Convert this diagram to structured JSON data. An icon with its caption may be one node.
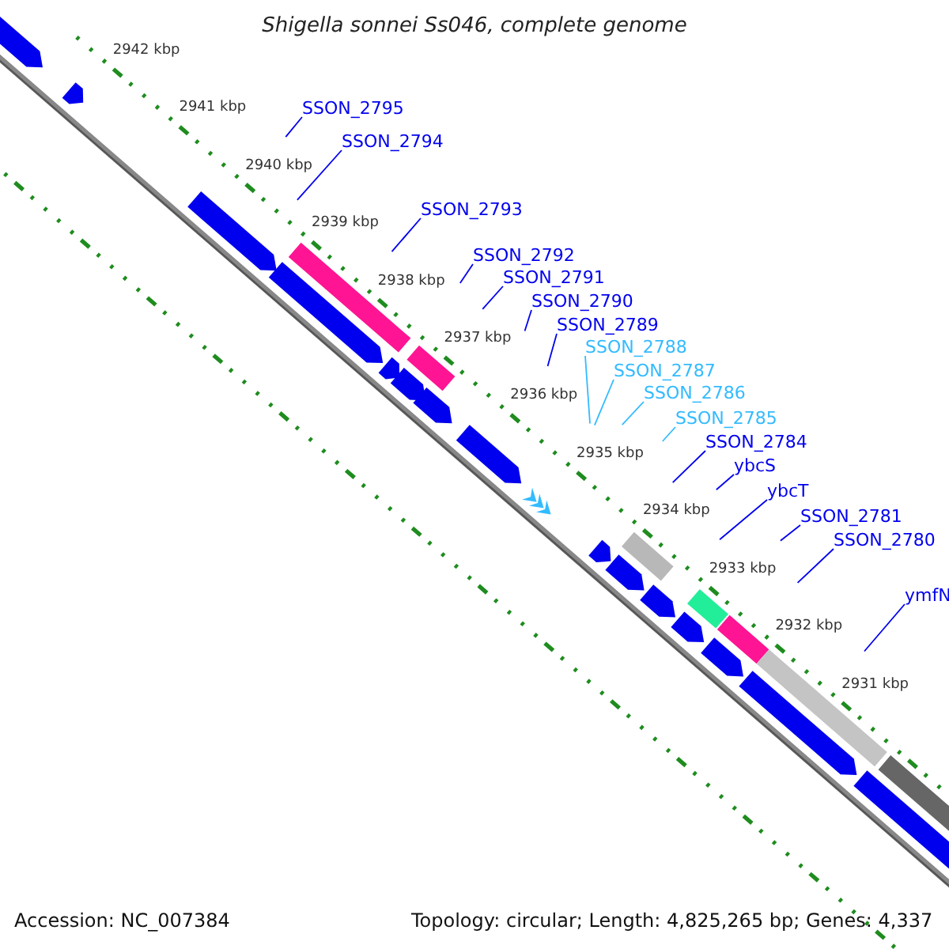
{
  "diagram": {
    "title": "Shigella sonnei Ss046, complete genome",
    "nodes": [
      {
        "text": [
          "SSON_2795"
        ]
      },
      {
        "text": [
          "SSON_2794"
        ]
      },
      {
        "text": [
          "SSON_2793"
        ]
      },
      {
        "text": [
          "SSON_2792"
        ]
      },
      {
        "text": [
          "SSON_2791"
        ]
      },
      {
        "text": [
          "SSON_2790"
        ]
      },
      {
        "text": [
          "SSON_2789"
        ]
      },
      {
        "text": [
          "SSON_2788"
        ]
      },
      {
        "text": [
          "SSON_2787"
        ]
      },
      {
        "text": [
          "SSON_2786"
        ]
      },
      {
        "text": [
          "SSON_2785"
        ]
      },
      {
        "text": [
          "SSON_2784"
        ]
      },
      {
        "text": [
          "ybcS"
        ]
      },
      {
        "text": [
          "ybcT"
        ]
      },
      {
        "text": [
          "SSON_2781"
        ]
      },
      {
        "text": [
          "SSON_2780"
        ]
      },
      {
        "text": [
          "ymfN"
        ]
      }
    ],
    "edges": [
      {
        "from": 0,
        "to": null,
        "arrow": "none"
      },
      {
        "from": 1,
        "to": null,
        "arrow": "none"
      },
      {
        "from": 2,
        "to": null,
        "arrow": "none"
      },
      {
        "from": 3,
        "to": null,
        "arrow": "none"
      },
      {
        "from": 4,
        "to": null,
        "arrow": "none"
      },
      {
        "from": 5,
        "to": null,
        "arrow": "none"
      },
      {
        "from": 6,
        "to": null,
        "arrow": "none"
      },
      {
        "from": 7,
        "to": null,
        "arrow": "none",
        "color": "#33bbff"
      },
      {
        "from": 8,
        "to": null,
        "arrow": "none",
        "color": "#33bbff"
      },
      {
        "from": 9,
        "to": null,
        "arrow": "none",
        "color": "#33bbff"
      },
      {
        "from": 10,
        "to": null,
        "arrow": "none",
        "color": "#33bbff"
      },
      {
        "from": 11,
        "to": null,
        "arrow": "none"
      },
      {
        "from": 12,
        "to": null,
        "arrow": "none"
      },
      {
        "from": 13,
        "to": null,
        "arrow": "none"
      },
      {
        "from": 14,
        "to": null,
        "arrow": "none"
      },
      {
        "from": 15,
        "to": null,
        "arrow": "none"
      },
      {
        "from": 16,
        "to": null,
        "arrow": "none"
      }
    ],
    "labels": [
      "2942 kbp",
      "2941 kbp",
      "2940 kbp",
      "2939 kbp",
      "2938 kbp",
      "2937 kbp",
      "2936 kbp",
      "2935 kbp",
      "2934 kbp",
      "2933 kbp",
      "2932 kbp",
      "2931 kbp",
      "Accession: NC_007384",
      "Topology: circular; Length: 4,825,265 bp; Genes: 4,337"
    ]
  }
}
